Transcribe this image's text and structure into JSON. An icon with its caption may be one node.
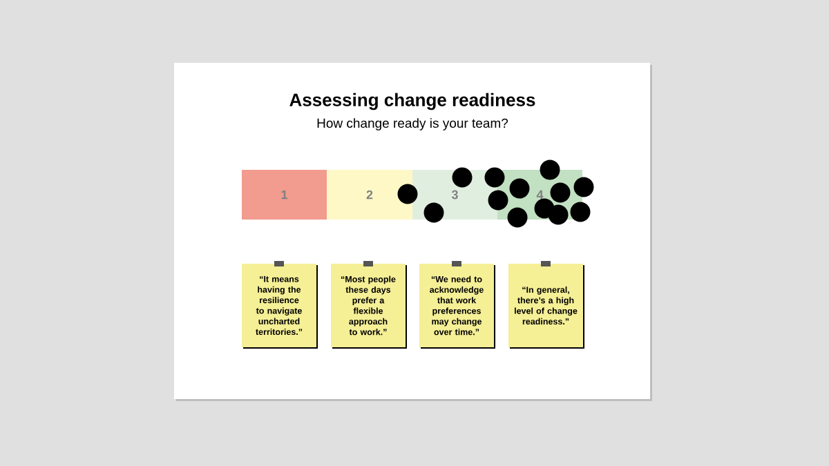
{
  "diagram": {
    "title": "Assessing change readiness",
    "nodes": [
      {
        "text": [
          "1"
        ]
      },
      {
        "text": [
          "2"
        ]
      },
      {
        "text": [
          "3"
        ]
      },
      {
        "text": [
          "4"
        ]
      },
      {
        "text": [
          "“It means having the resilience to navigate uncharted territories.”"
        ]
      },
      {
        "text": [
          "“Most people these days prefer a flexible approach to work.”"
        ]
      },
      {
        "text": [
          "“We need to acknowledge that work preferences may change over time.”"
        ]
      },
      {
        "text": [
          "“In general, there’s a high level of change readiness.”"
        ]
      }
    ],
    "labels": [
      "How change ready is your team?"
    ]
  }
}
